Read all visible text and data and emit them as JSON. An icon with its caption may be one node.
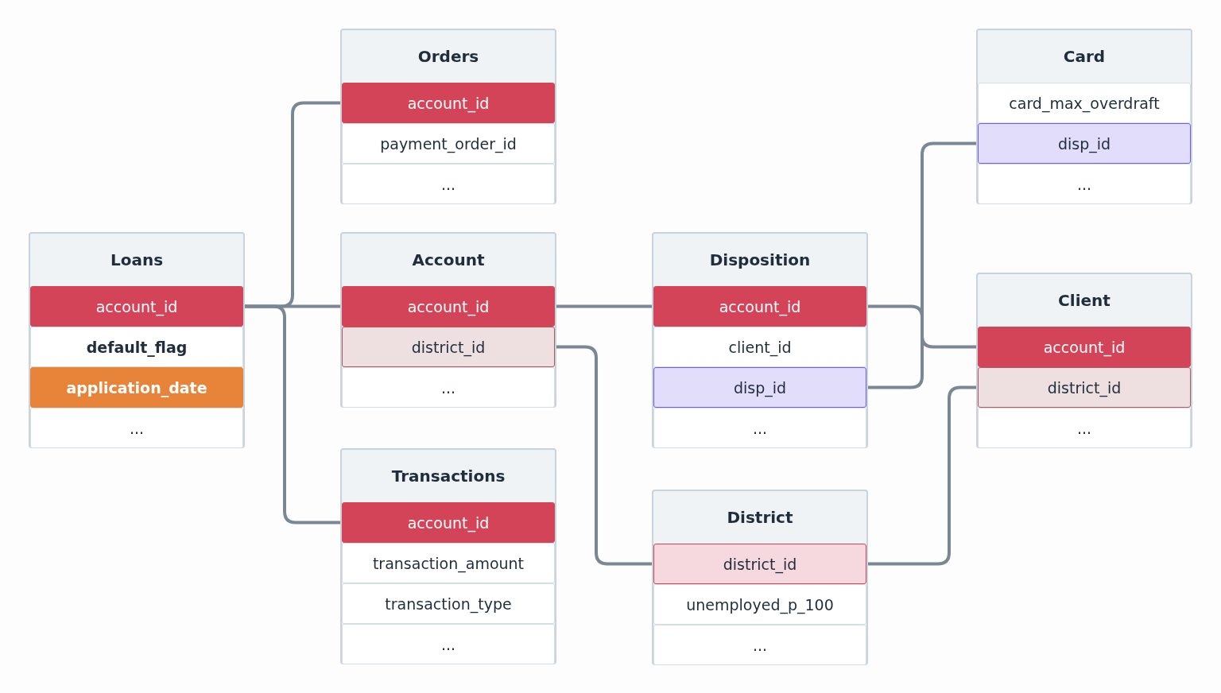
{
  "diagram": {
    "nodes": [
      {
        "text": [
          "Orders"
        ]
      },
      {
        "text": [
          "account_id"
        ],
        "in": 0
      },
      {
        "text": [
          "payment_order_id"
        ],
        "in": 0
      },
      {
        "text": [
          "..."
        ],
        "in": 0
      },
      {
        "text": [
          "Card"
        ]
      },
      {
        "text": [
          "card_max_overdraft"
        ],
        "in": 4
      },
      {
        "text": [
          "disp_id"
        ],
        "in": 4
      },
      {
        "text": [
          "..."
        ],
        "in": 4
      },
      {
        "text": [
          "Loans"
        ]
      },
      {
        "text": [
          "account_id"
        ],
        "in": 8
      },
      {
        "text": [
          "default_flag"
        ],
        "in": 8
      },
      {
        "text": [
          "application_date"
        ],
        "in": 8
      },
      {
        "text": [
          "..."
        ],
        "in": 8
      },
      {
        "text": [
          "Account"
        ]
      },
      {
        "text": [
          "account_id"
        ],
        "in": 13
      },
      {
        "text": [
          "district_id"
        ],
        "in": 13
      },
      {
        "text": [
          "..."
        ],
        "in": 13
      },
      {
        "text": [
          "Disposition"
        ]
      },
      {
        "text": [
          "account_id"
        ],
        "in": 17
      },
      {
        "text": [
          "client_id"
        ],
        "in": 17
      },
      {
        "text": [
          "disp_id"
        ],
        "in": 17
      },
      {
        "text": [
          "..."
        ],
        "in": 17
      },
      {
        "text": [
          "Client"
        ]
      },
      {
        "text": [
          "account_id"
        ],
        "in": 22
      },
      {
        "text": [
          "district_id"
        ],
        "in": 22
      },
      {
        "text": [
          "..."
        ],
        "in": 22
      },
      {
        "text": [
          "Transactions"
        ]
      },
      {
        "text": [
          "account_id"
        ],
        "in": 26
      },
      {
        "text": [
          "transaction_amount"
        ],
        "in": 26
      },
      {
        "text": [
          "transaction_type"
        ],
        "in": 26
      },
      {
        "text": [
          "..."
        ],
        "in": 26
      },
      {
        "text": [
          "District"
        ]
      },
      {
        "text": [
          "district_id"
        ],
        "in": 31
      },
      {
        "text": [
          "unemployed_p_100"
        ],
        "in": 31
      },
      {
        "text": [
          "..."
        ],
        "in": 31
      }
    ],
    "edges": [
      {
        "from": 9,
        "to": 1,
        "arrow": "none"
      },
      {
        "from": 9,
        "to": 14,
        "arrow": "none"
      },
      {
        "from": 9,
        "to": 27,
        "arrow": "none"
      },
      {
        "from": 14,
        "to": 18,
        "arrow": "none"
      },
      {
        "from": 15,
        "to": 32,
        "arrow": "none"
      },
      {
        "from": 18,
        "to": 23,
        "arrow": "none"
      },
      {
        "from": 20,
        "to": 6,
        "arrow": "none"
      },
      {
        "from": 32,
        "to": 24,
        "arrow": "none"
      }
    ]
  }
}
